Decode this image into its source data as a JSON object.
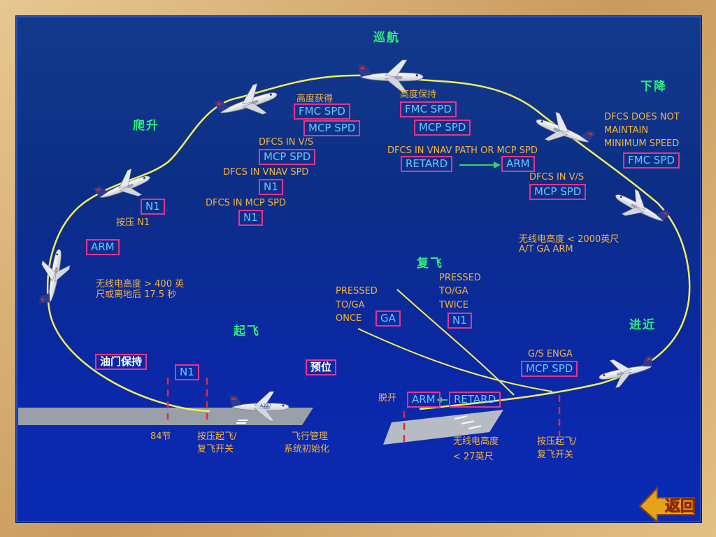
{
  "phases": {
    "cruise": "巡航",
    "climb": "爬升",
    "descent": "下降",
    "go_around": "复飞",
    "approach": "进近",
    "takeoff": "起飞"
  },
  "climb_labels": {
    "altitude_capture": "高度获得",
    "dfcs_vs": "DFCS IN V/S",
    "dfcs_vnav_spd": "DFCS IN VNAV SPD",
    "dfcs_mcp_spd": "DFCS IN MCP SPD",
    "press_n1": "按压 N1",
    "n1_note_line1": "无线电高度 > 400 英",
    "n1_note_line2": "尺或离地后 17.5 秒"
  },
  "climb_boxes": {
    "fmc_spd": "FMC SPD",
    "mcp_spd_1": "MCP SPD",
    "mcp_spd_2": "MCP SPD",
    "n1_a": "N1",
    "n1_b": "N1",
    "n1_c": "N1",
    "arm": "ARM"
  },
  "cruise_labels": {
    "altitude_hold": "高度保持",
    "dfcs_vnav_path": "DFCS IN VNAV PATH OR MCP SPD"
  },
  "cruise_boxes": {
    "fmc_spd": "FMC SPD",
    "mcp_spd": "MCP SPD",
    "retard": "RETARD",
    "arm": "ARM"
  },
  "descent_labels": {
    "dfcs_note_line1": "DFCS DOES NOT",
    "dfcs_note_line2": "MAINTAIN",
    "dfcs_note_line3": "MINIMUM SPEED",
    "dfcs_vs": "DFCS IN V/S",
    "ga_arm_line1": "无线电高度 < 2000英尺",
    "ga_arm_line2": "A/T GA ARM"
  },
  "descent_boxes": {
    "fmc_spd": "FMC SPD",
    "mcp_spd": "MCP SPD"
  },
  "go_around_labels": {
    "pressed_once_line1": "PRESSED",
    "pressed_once_line2": "TO/GA",
    "pressed_once_line3": "ONCE",
    "pressed_twice_line1": "PRESSED",
    "pressed_twice_line2": "TO/GA",
    "pressed_twice_line3": "TWICE"
  },
  "go_around_boxes": {
    "ga": "GA",
    "n1": "N1"
  },
  "approach_labels": {
    "gs_engage": "G/S ENGA",
    "disengage": "脱开",
    "radio_alt_line1": "无线电高度",
    "radio_alt_line2": "< 27英尺",
    "press_toga_line1": "按压起飞/",
    "press_toga_line2": "复飞开关"
  },
  "approach_boxes": {
    "mcp_spd": "MCP SPD",
    "arm": "ARM",
    "retard": "RETARD"
  },
  "takeoff_labels": {
    "knots_84": "84节",
    "press_toga_line1": "按压起飞/",
    "press_toga_line2": "复飞开关",
    "fms_init_line1": "飞行管理",
    "fms_init_line2": "系统初始化"
  },
  "takeoff_boxes": {
    "throttle_hold": "油门保持",
    "n1": "N1",
    "preset": "预位"
  },
  "return_button": "返回",
  "aircraft_livery": "A320",
  "colors": {
    "background": "#0c2e86",
    "flight_path": "#f2ee5a",
    "box_border": "#e0368f",
    "box_text": "#67c7ff",
    "label_text": "#f7b43a",
    "phase_text": "#2cf07a",
    "marker": "#e8283a"
  }
}
